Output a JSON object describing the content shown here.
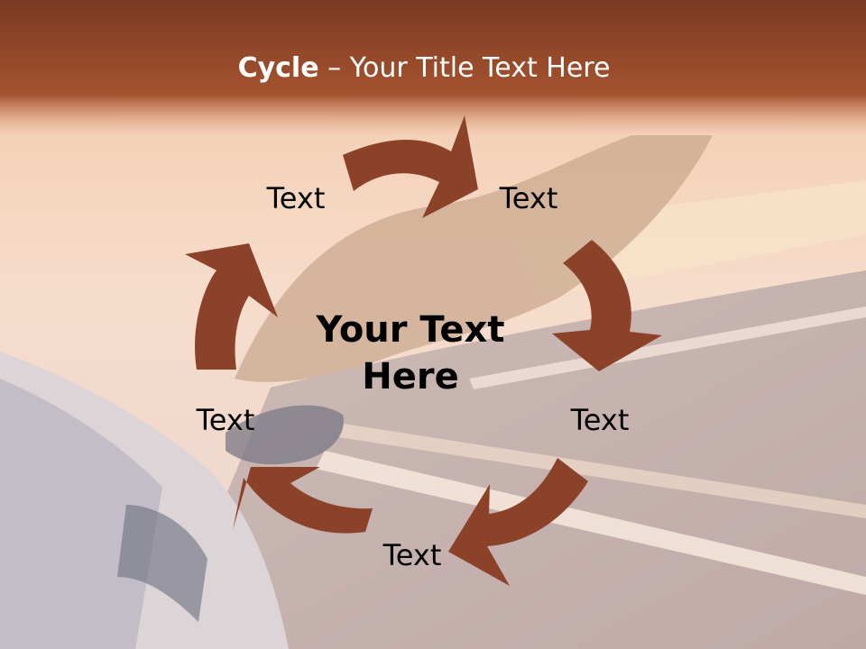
{
  "slide": {
    "title_bold": "Cycle",
    "title_rest": " – Your Title Text Here",
    "center_line1": "Your Text",
    "center_line2": "Here",
    "labels": [
      "Text",
      "Text",
      "Text",
      "Text",
      "Text"
    ]
  },
  "colors": {
    "banner": "#8a4128",
    "arrow": "#8b4229",
    "text": "#000000",
    "title": "#ffffff"
  }
}
